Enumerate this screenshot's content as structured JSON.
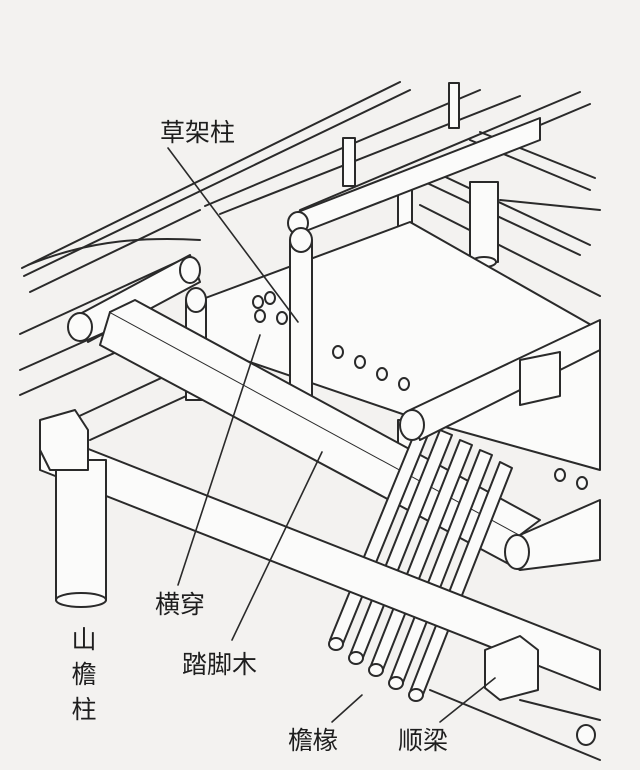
{
  "labels": {
    "cao_jia_zhu": "草架柱",
    "shan_yan_zhu": "山檐柱",
    "heng_chuan": "横穿",
    "ta_jiao_mu": "踏脚木",
    "yan_chuan": "檐椽",
    "shun_liang": "顺梁"
  },
  "colors": {
    "paper": "#f3f2f0",
    "ink": "#2a2a2a",
    "fill": "#fbfbfa"
  }
}
